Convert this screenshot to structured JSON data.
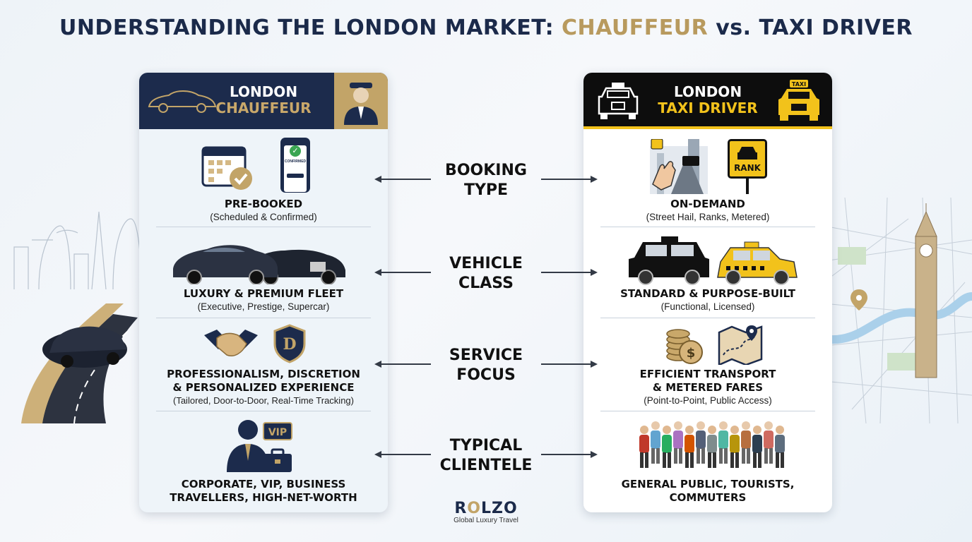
{
  "title": {
    "part1": "UNDERSTANDING THE LONDON MARKET: ",
    "part2": "CHAUFFEUR",
    "part3": " vs. TAXI DRIVER"
  },
  "left_card": {
    "heading_line1": "LONDON",
    "heading_line2": "CHAUFFEUR",
    "sections": [
      {
        "title": "PRE-BOOKED",
        "sub": "(Scheduled & Confirmed)",
        "icon_caption": "CONFIRMED"
      },
      {
        "title": "LUXURY & PREMIUM FLEET",
        "sub": "(Executive, Prestige, Supercar)"
      },
      {
        "title_l1": "PROFESSIONALISM, DISCRETION",
        "title_l2": "& PERSONALIZED EXPERIENCE",
        "sub": "(Tailored, Door-to-Door, Real-Time Tracking)",
        "badge": "D"
      },
      {
        "title_l1": "CORPORATE, VIP, BUSINESS",
        "title_l2": "TRAVELLERS, HIGH-NET-WORTH",
        "badge": "VIP"
      }
    ]
  },
  "right_card": {
    "heading_line1": "LONDON",
    "heading_line2": "TAXI DRIVER",
    "taxi_sign": "TAXI",
    "sections": [
      {
        "title": "ON-DEMAND",
        "sub": "(Street Hail, Ranks, Metered)",
        "sign": "RANK"
      },
      {
        "title": "STANDARD & PURPOSE-BUILT",
        "sub": "(Functional, Licensed)"
      },
      {
        "title_l1": "EFFICIENT TRANSPORT",
        "title_l2": "& METERED FARES",
        "sub": "(Point-to-Point, Public Access)",
        "coin": "$"
      },
      {
        "title_l1": "GENERAL PUBLIC, TOURISTS,",
        "title_l2": "COMMUTERS"
      }
    ]
  },
  "comparisons": [
    {
      "l1": "BOOKING",
      "l2": "TYPE"
    },
    {
      "l1": "VEHICLE",
      "l2": "CLASS"
    },
    {
      "l1": "SERVICE",
      "l2": "FOCUS"
    },
    {
      "l1": "TYPICAL",
      "l2": "CLIENTELE"
    }
  ],
  "logo": {
    "name_part1": "R",
    "name_o": "O",
    "name_part2": "LZO",
    "tagline": "Global Luxury Travel"
  },
  "colors": {
    "navy": "#1c2b4c",
    "gold": "#c2a468",
    "taxi_yellow": "#f2c21b",
    "black": "#0d0d0d"
  }
}
